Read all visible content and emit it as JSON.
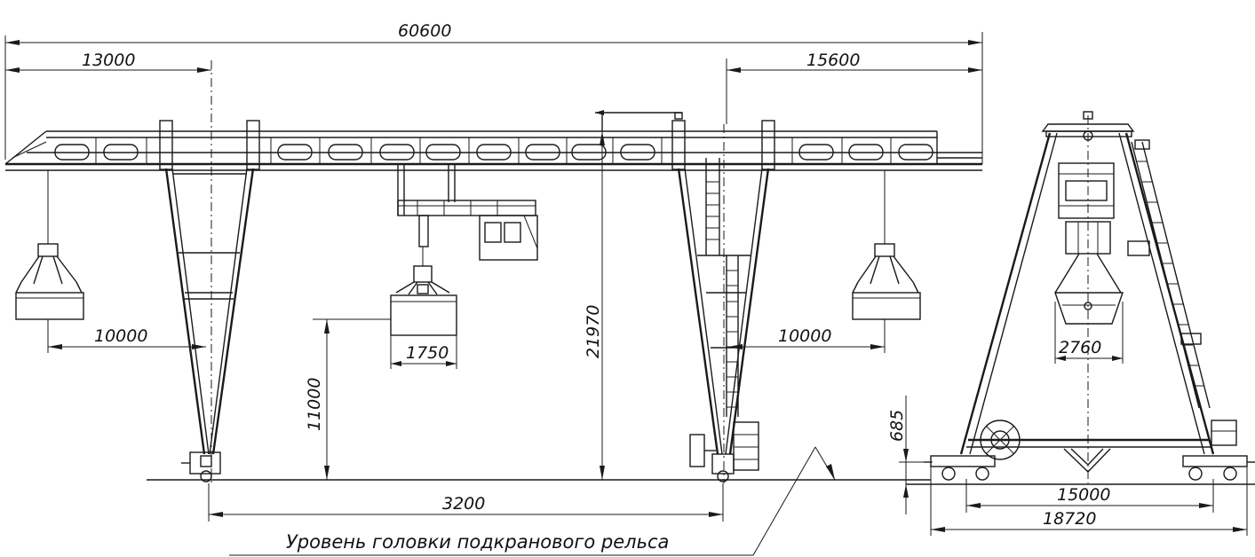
{
  "dimensions": {
    "overall_span": "60600",
    "left_cantilever": "13000",
    "right_cantilever": "15600",
    "left_reach": "10000",
    "right_reach": "10000",
    "grab_width": "1750",
    "lift_height_lower": "11000",
    "overall_height": "21970",
    "wheel_base_main": "3200",
    "side_grab_width": "2760",
    "rail_offset": "685",
    "side_track_gauge": "15000",
    "side_overall_width": "18720"
  },
  "caption": "Уровень головки подкранового рельса",
  "icons": {
    "grab": "grab-bucket-icon",
    "wheel": "wheel-icon",
    "cabin": "operator-cabin-icon"
  }
}
